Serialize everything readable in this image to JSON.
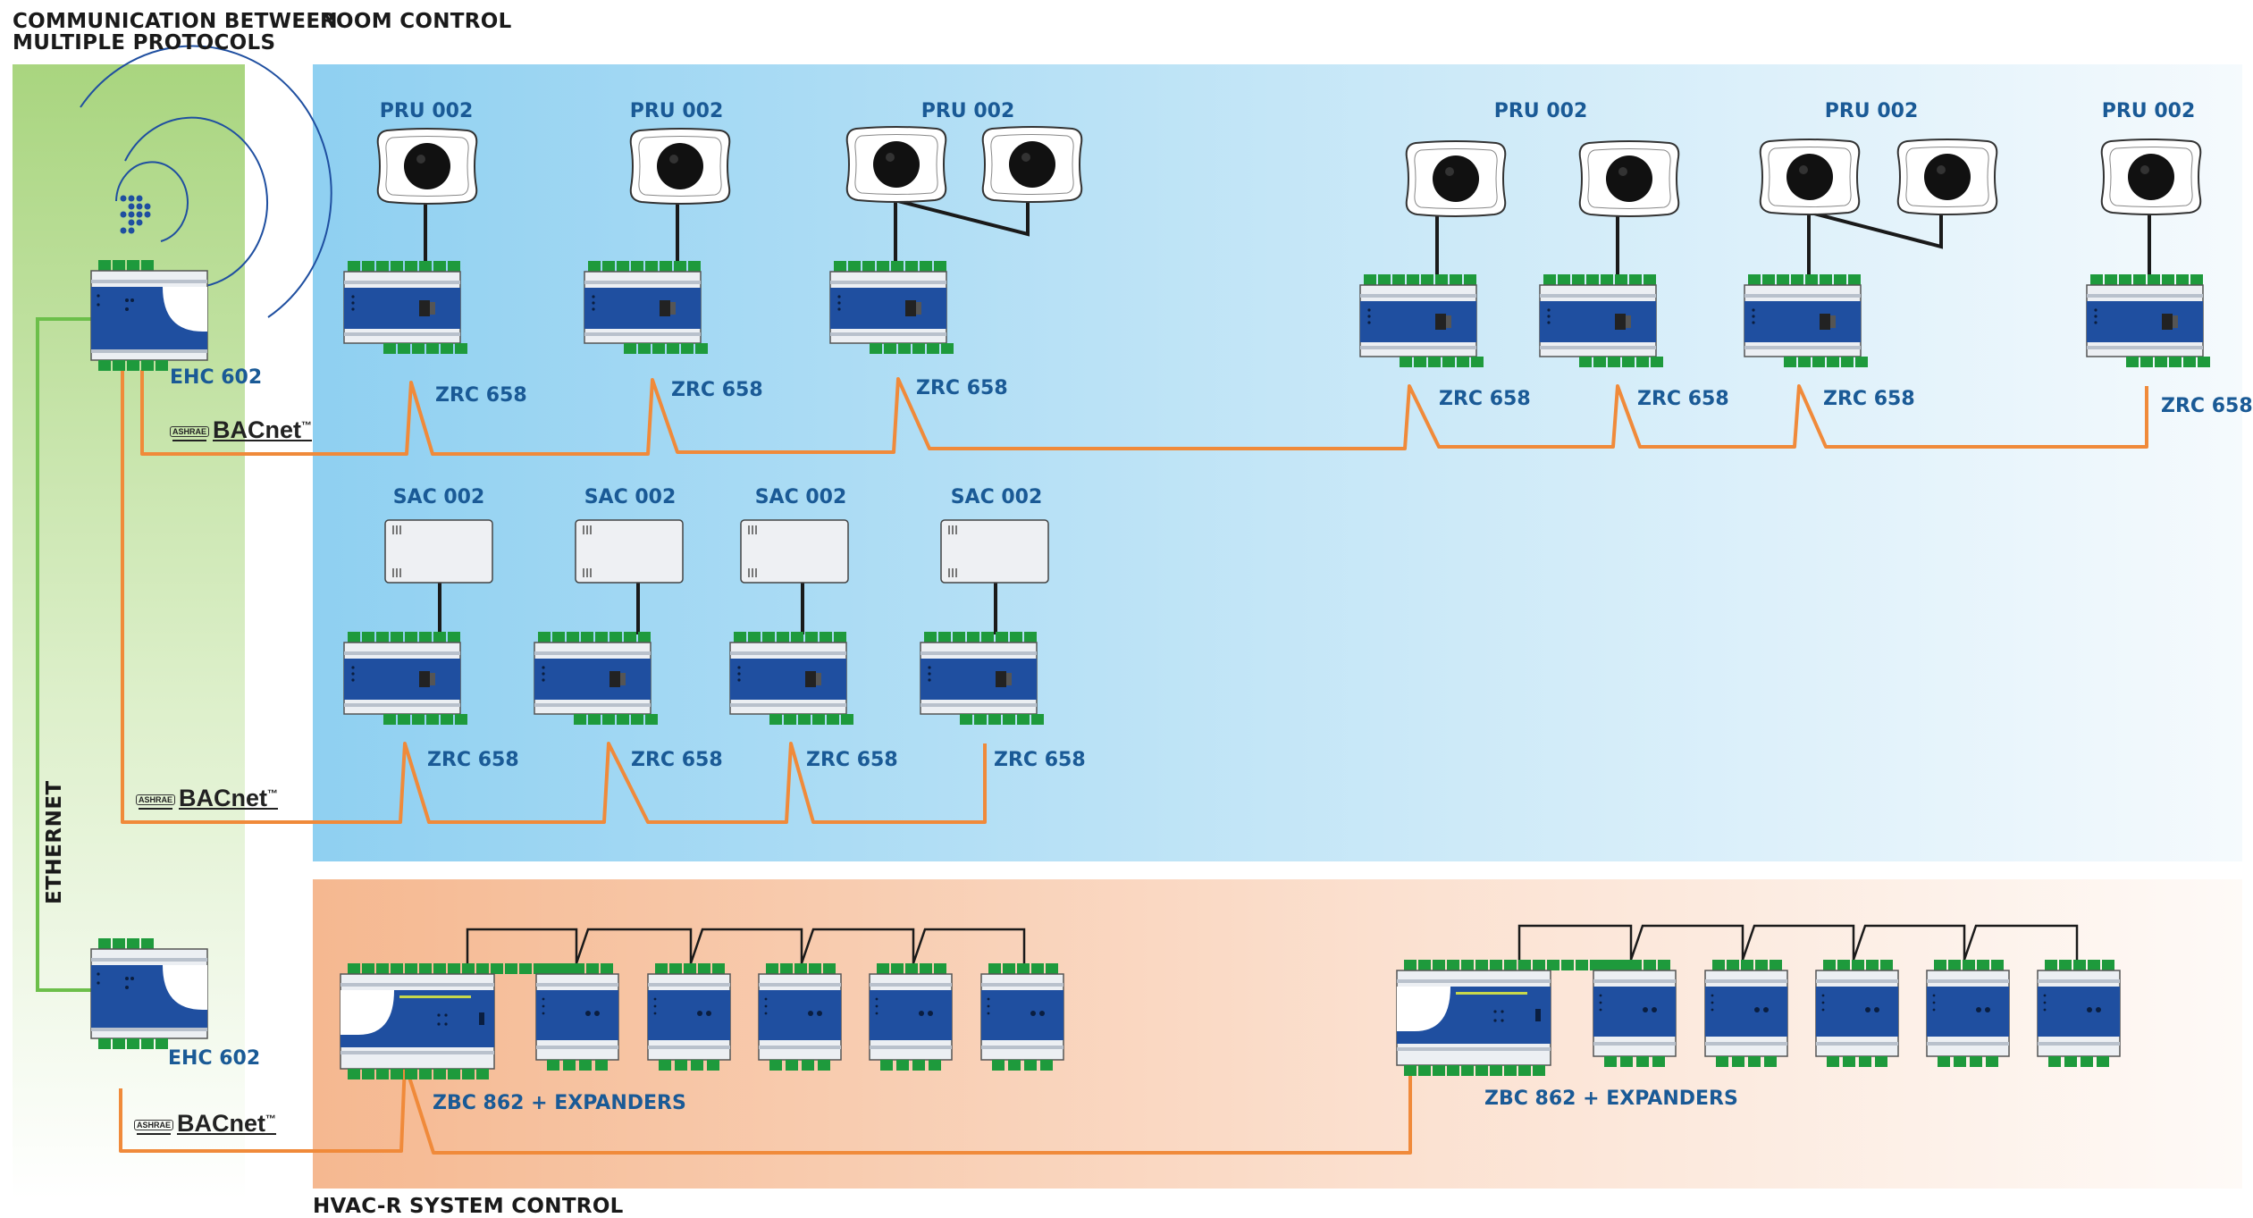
{
  "headers": {
    "protocols": "COMMUNICATION BETWEEN",
    "protocols_line2": "MULTIPLE PROTOCOLS",
    "room_control": "ROOM CONTROL",
    "hvac_control": "HVAC-R SYSTEM CONTROL",
    "ethernet": "ETHERNET"
  },
  "bacnet": {
    "prefix": "ASHRAE",
    "label": "BACnet",
    "tm": "™"
  },
  "devices": {
    "ehc_top": "EHC 602",
    "ehc_bottom": "EHC 602",
    "pru": [
      "PRU 002",
      "PRU 002",
      "PRU 002",
      "PRU 002",
      "PRU 002",
      "PRU 002"
    ],
    "zrc_row1": [
      "ZRC 658",
      "ZRC 658",
      "ZRC 658",
      "ZRC 658",
      "ZRC 658",
      "ZRC 658",
      "ZRC 658"
    ],
    "sac": [
      "SAC 002",
      "SAC 002",
      "SAC 002",
      "SAC 002"
    ],
    "zrc_row2": [
      "ZRC 658",
      "ZRC 658",
      "ZRC 658",
      "ZRC 658"
    ],
    "zbc": [
      "ZBC 862 + EXPANDERS",
      "ZBC 862 + EXPANDERS"
    ]
  },
  "colors": {
    "bus_orange": "#f08a3a",
    "ethernet_green": "#6cbf4a",
    "device_blue": "#1f4fa0",
    "terminal_green": "#1e9a3c",
    "label_blue": "#1a5a96"
  }
}
